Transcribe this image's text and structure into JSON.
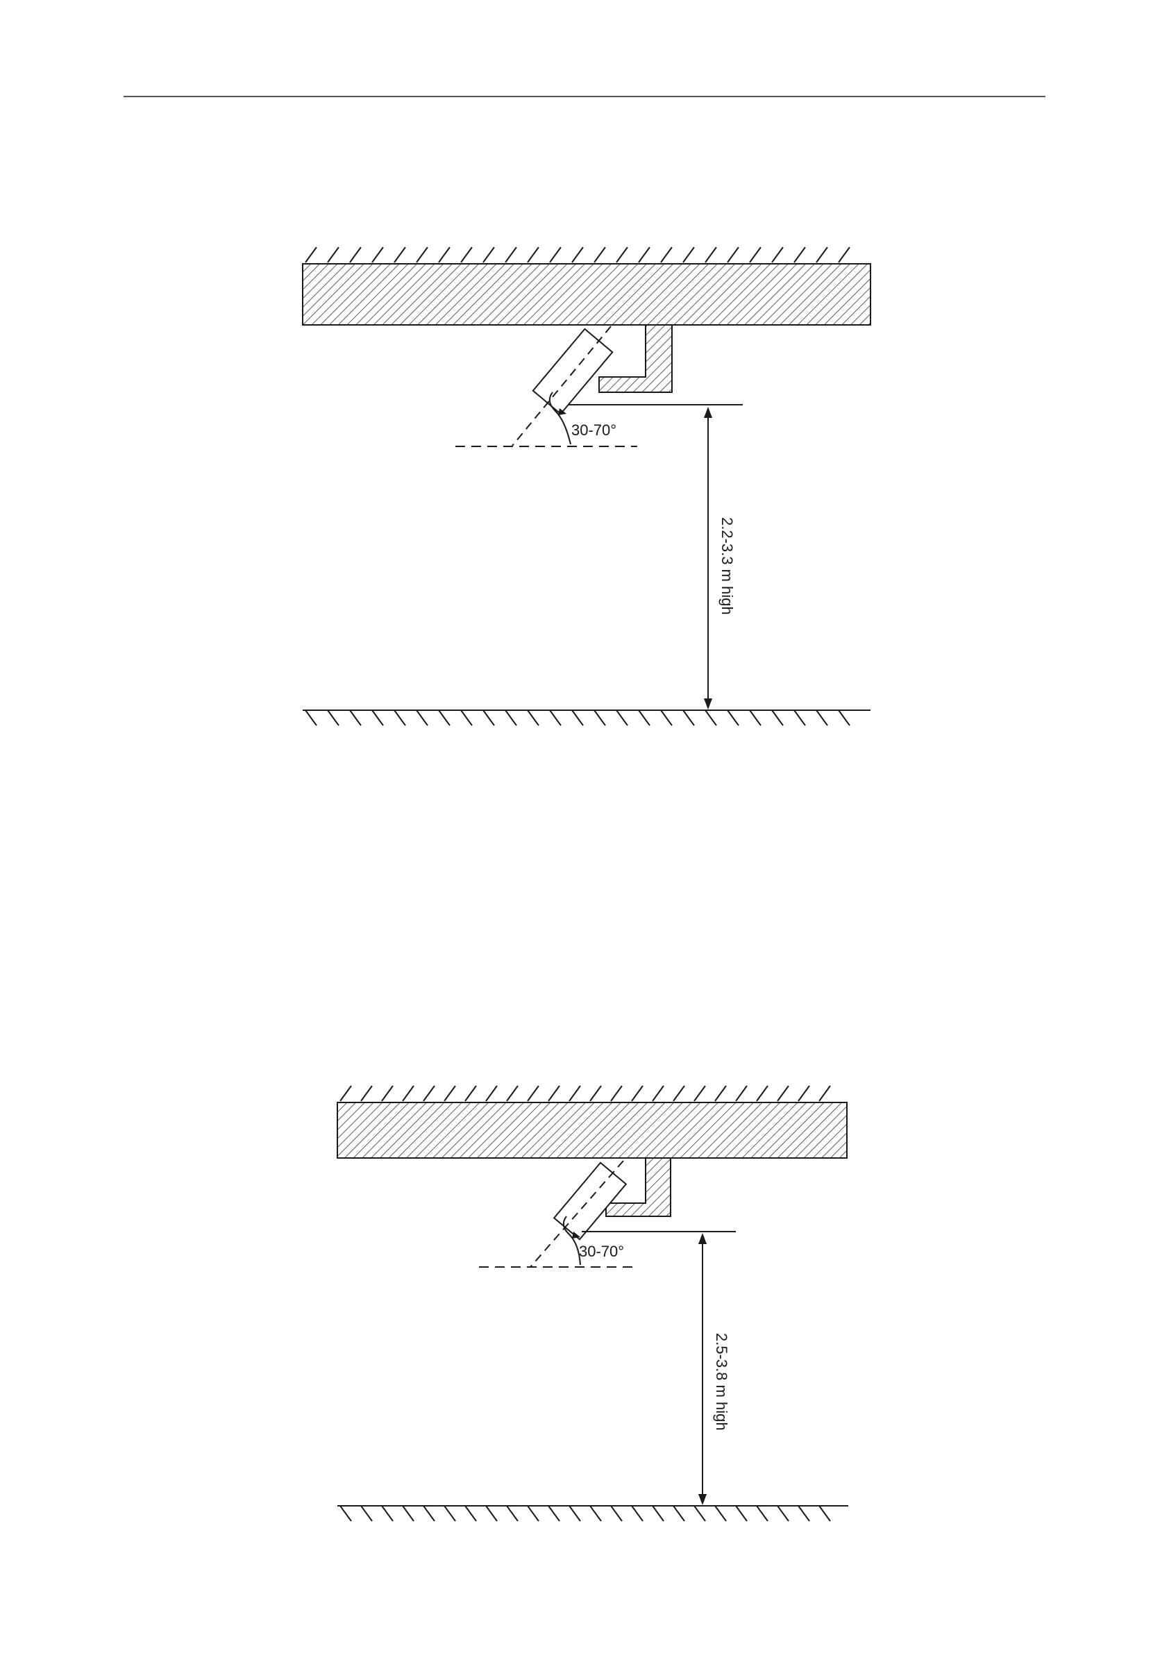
{
  "page": {
    "header_rule": true
  },
  "diagrams": [
    {
      "angle_label": "30-70°",
      "height_label": "2.2-3.3 m high"
    },
    {
      "angle_label": "30-70°",
      "height_label": "2.5-3.8 m high"
    }
  ],
  "colors": {
    "line": "#1a1a1a",
    "hatch": "#333333",
    "background": "#ffffff"
  }
}
